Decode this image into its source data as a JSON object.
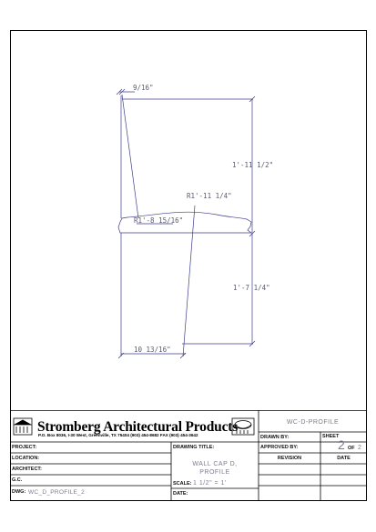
{
  "drawing": {
    "dims": {
      "top_width": "9/16\"",
      "upper_height": "1'-11 1/2\"",
      "radius_large": "R1'-11 1/4\"",
      "radius_small": "R1'-8 15/16\"",
      "lower_height": "1'-7 1/4\"",
      "bottom_width": "10 13/16\""
    },
    "line_color": "#3d3d8c",
    "text_color": "#5a5a6e"
  },
  "title_block": {
    "company": "Stromberg Architectural Products",
    "address": "P.O. Box 8036, I-30 West, Greenville, TX 75404  (903) 454-8682  FAX (903) 454-3642",
    "drawing_name": "WC-D-PROFILE",
    "project_label": "PROJECT:",
    "location_label": "LOCATION:",
    "architect_label": "ARCHITECT:",
    "gc_label": "G.C.",
    "dwg_label": "DWG:",
    "dwg_value": "WC_D_PROFILE_2",
    "drawing_title_label": "DRAWING TITLE:",
    "drawing_title_line1": "WALL CAP D,",
    "drawing_title_line2": "PROFILE",
    "scale_label": "SCALE:",
    "scale_value": "1 1/2\" = 1'",
    "date_label": "DATE:",
    "drawn_by_label": "DRAWN BY:",
    "approved_by_label": "APPROVED BY:",
    "sheet_label": "SHEET",
    "sheet_number": "2",
    "of_label": "OF",
    "sheet_total": "2",
    "revision_label": "REVISION",
    "rev_date_label": "DATE"
  }
}
